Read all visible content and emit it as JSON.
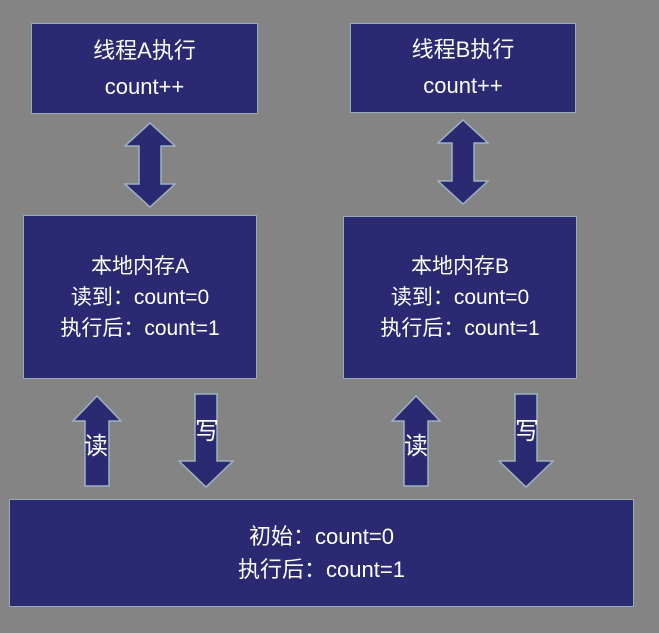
{
  "diagram": {
    "thread_a_box": {
      "line1": "线程A执行",
      "line2": "count++"
    },
    "thread_b_box": {
      "line1": "线程B执行",
      "line2": "count++"
    },
    "local_memory_a_box": {
      "line1": "本地内存A",
      "line2": "读到：count=0",
      "line3": "执行后：count=1"
    },
    "local_memory_b_box": {
      "line1": "本地内存B",
      "line2": "读到：count=0",
      "line3": "执行后：count=1"
    },
    "main_memory_box": {
      "line1": "初始：count=0",
      "line2": "执行后：count=1"
    },
    "arrow_labels": {
      "read_a": "读",
      "write_a": "写",
      "read_b": "读",
      "write_b": "写"
    }
  },
  "colors": {
    "background": "#848484",
    "box_fill": "#2a2971",
    "box_border": "#95abb8",
    "arrow_fill": "#2a2971",
    "arrow_outline": "#9db3c0",
    "text": "#ffffff"
  }
}
